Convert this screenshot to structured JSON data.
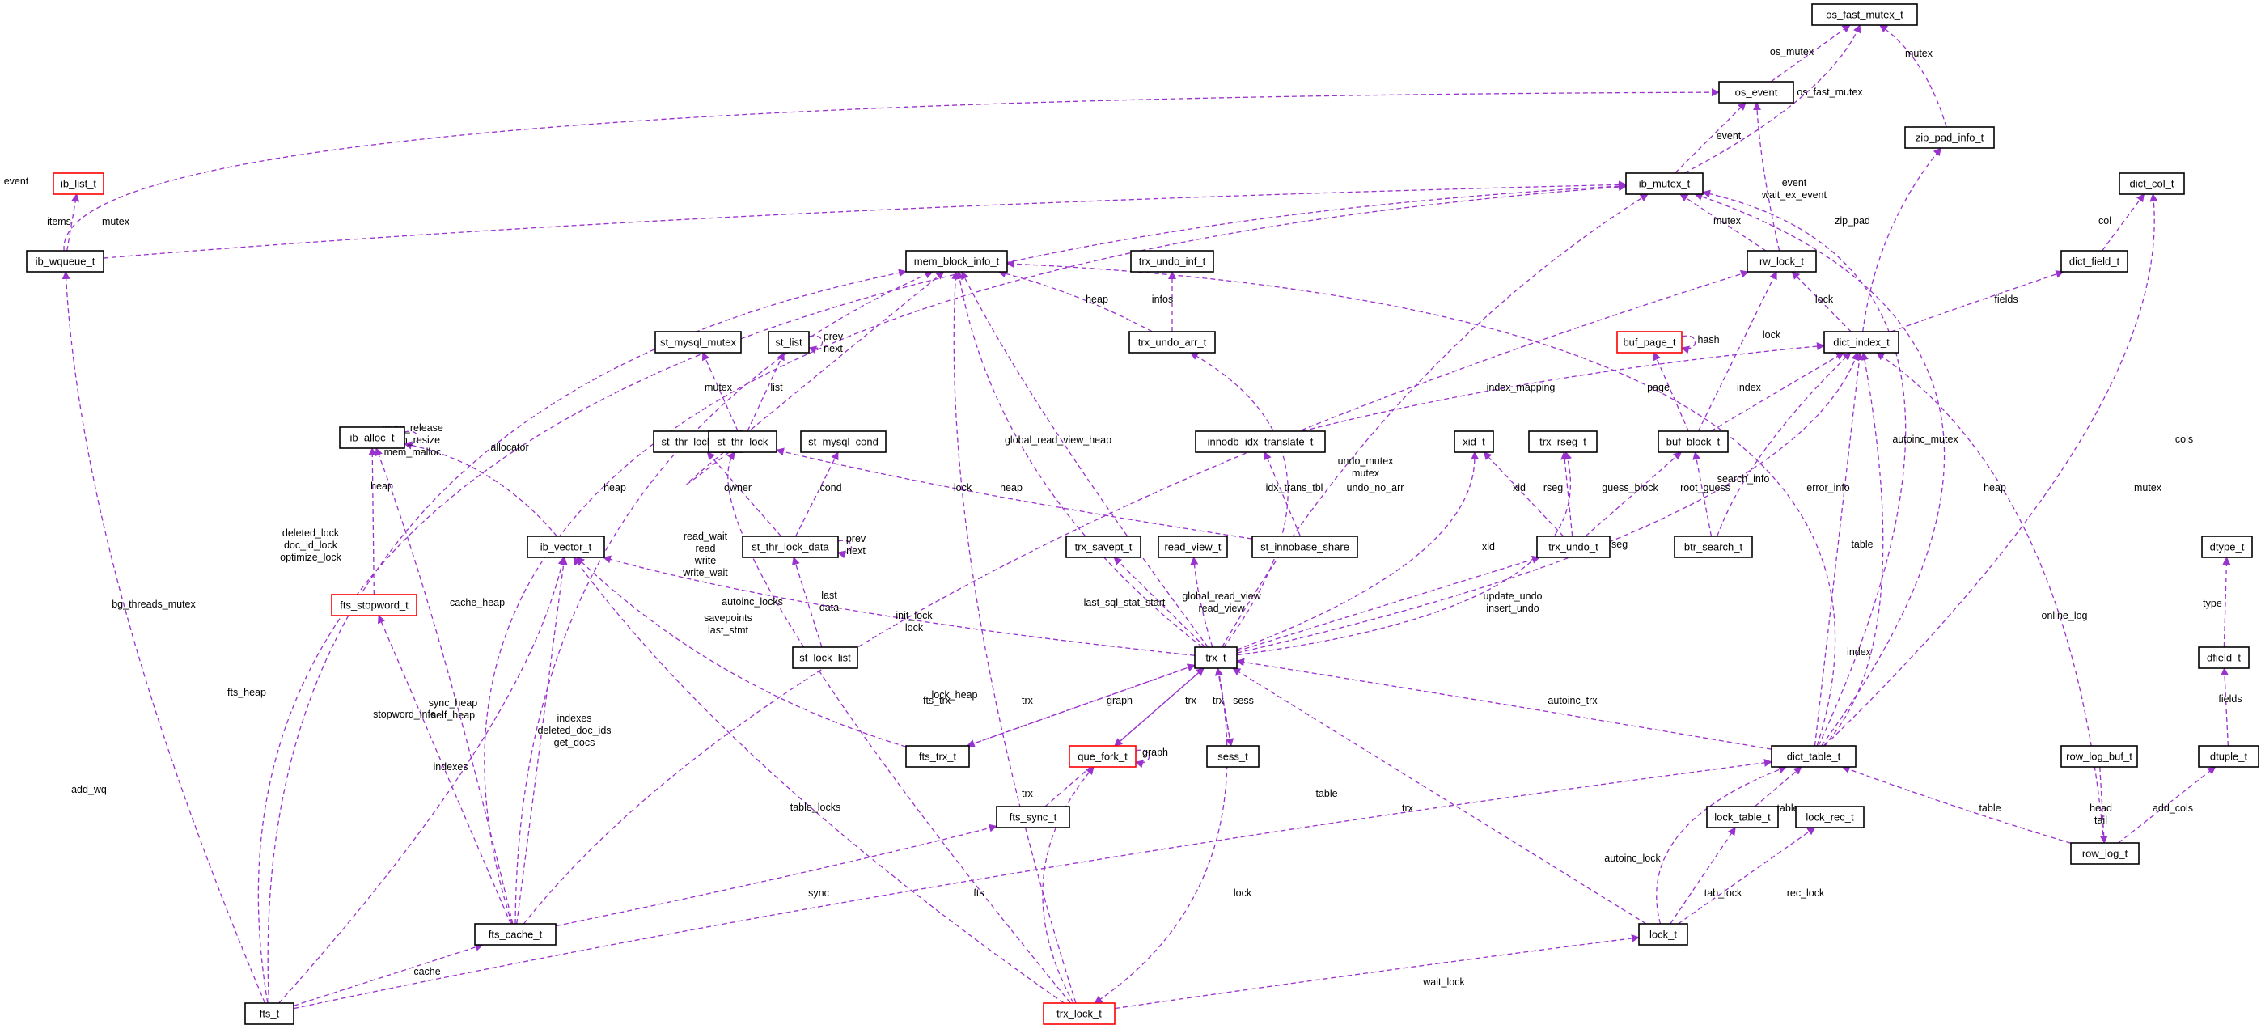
{
  "colors": {
    "edge": "#9a32cd",
    "node_border": "#000000",
    "node_border_incomplete": "#ff0000",
    "node_fill": "#ffffff",
    "highlight_fill": "#bfbfbf"
  },
  "nodes": [
    {
      "id": "os_fast_mutex_t",
      "label": "os_fast_mutex_t"
    },
    {
      "id": "os_event",
      "label": "os_event"
    },
    {
      "id": "zip_pad_info_t",
      "label": "zip_pad_info_t"
    },
    {
      "id": "ib_list_t",
      "label": "ib_list_t",
      "incomplete": true
    },
    {
      "id": "ib_mutex_t",
      "label": "ib_mutex_t"
    },
    {
      "id": "dict_col_t",
      "label": "dict_col_t"
    },
    {
      "id": "ib_wqueue_t",
      "label": "ib_wqueue_t"
    },
    {
      "id": "mem_block_info_t",
      "label": "mem_block_info_t"
    },
    {
      "id": "trx_undo_inf_t",
      "label": "trx_undo_inf_t"
    },
    {
      "id": "rw_lock_t",
      "label": "rw_lock_t"
    },
    {
      "id": "dict_field_t",
      "label": "dict_field_t"
    },
    {
      "id": "st_mysql_mutex",
      "label": "st_mysql_mutex"
    },
    {
      "id": "st_list",
      "label": "st_list"
    },
    {
      "id": "trx_undo_arr_t",
      "label": "trx_undo_arr_t"
    },
    {
      "id": "buf_page_t",
      "label": "buf_page_t",
      "incomplete": true
    },
    {
      "id": "dict_index_t",
      "label": "dict_index_t"
    },
    {
      "id": "ib_alloc_t",
      "label": "ib_alloc_t"
    },
    {
      "id": "st_thr_lock_info",
      "label": "st_thr_lock_info"
    },
    {
      "id": "st_thr_lock",
      "label": "st_thr_lock"
    },
    {
      "id": "st_mysql_cond",
      "label": "st_mysql_cond"
    },
    {
      "id": "innodb_idx_translate_t",
      "label": "innodb_idx_translate_t"
    },
    {
      "id": "xid_t",
      "label": "xid_t"
    },
    {
      "id": "trx_rseg_t",
      "label": "trx_rseg_t"
    },
    {
      "id": "buf_block_t",
      "label": "buf_block_t"
    },
    {
      "id": "ib_vector_t",
      "label": "ib_vector_t"
    },
    {
      "id": "st_thr_lock_data",
      "label": "st_thr_lock_data"
    },
    {
      "id": "trx_savept_t",
      "label": "trx_savept_t"
    },
    {
      "id": "read_view_t",
      "label": "read_view_t"
    },
    {
      "id": "st_innobase_share",
      "label": "st_innobase_share",
      "highlight": true
    },
    {
      "id": "trx_undo_t",
      "label": "trx_undo_t"
    },
    {
      "id": "btr_search_t",
      "label": "btr_search_t"
    },
    {
      "id": "dtype_t",
      "label": "dtype_t"
    },
    {
      "id": "fts_stopword_t",
      "label": "fts_stopword_t",
      "incomplete": true
    },
    {
      "id": "st_lock_list",
      "label": "st_lock_list"
    },
    {
      "id": "trx_t",
      "label": "trx_t"
    },
    {
      "id": "dfield_t",
      "label": "dfield_t"
    },
    {
      "id": "fts_trx_t",
      "label": "fts_trx_t"
    },
    {
      "id": "que_fork_t",
      "label": "que_fork_t",
      "incomplete": true
    },
    {
      "id": "sess_t",
      "label": "sess_t"
    },
    {
      "id": "dict_table_t",
      "label": "dict_table_t"
    },
    {
      "id": "row_log_buf_t",
      "label": "row_log_buf_t"
    },
    {
      "id": "dtuple_t",
      "label": "dtuple_t"
    },
    {
      "id": "fts_sync_t",
      "label": "fts_sync_t"
    },
    {
      "id": "lock_table_t",
      "label": "lock_table_t"
    },
    {
      "id": "lock_rec_t",
      "label": "lock_rec_t"
    },
    {
      "id": "row_log_t",
      "label": "row_log_t"
    },
    {
      "id": "fts_cache_t",
      "label": "fts_cache_t"
    },
    {
      "id": "lock_t",
      "label": "lock_t"
    },
    {
      "id": "fts_t",
      "label": "fts_t"
    },
    {
      "id": "trx_lock_t",
      "label": "trx_lock_t",
      "incomplete": true
    }
  ],
  "edge_labels": [
    "os_mutex",
    "mutex",
    "os_fast_mutex",
    "event",
    "event\nwait_ex_event",
    "zip_pad",
    "items",
    "mutex",
    "event",
    "mutex",
    "col",
    "heap",
    "infos",
    "lock",
    "fields",
    "prev\nnext",
    "hash",
    "mutex",
    "list",
    "mem_release\nmem_resize\nmem_malloc",
    "heap",
    "allocator",
    "index_mapping",
    "page",
    "index",
    "lock",
    "search_info",
    "owner",
    "cond",
    "prev\nnext",
    "lock",
    "idx_trans_tbl",
    "undo_no_arr",
    "undo_mutex\nmutex",
    "heap",
    "global_read_view_heap",
    "heap",
    "read_wait\nread\nwrite\nwrite_wait",
    "xid",
    "xid",
    "rseg",
    "guess_block",
    "root_guess",
    "error_info",
    "table",
    "heap",
    "autoinc_mutex",
    "mutex",
    "cols",
    "online_log",
    "type",
    "deleted_lock\ndoc_id_lock\noptimize_lock",
    "cache_heap",
    "init_lock\nlock",
    "last\ndata",
    "autoinc_locks",
    "last_sql_stat_start",
    "global_read_view\nread_view",
    "update_undo\ninsert_undo",
    "rseg",
    "savepoints\nlast_stmt",
    "bg_threads_mutex",
    "fts_heap",
    "add_wq",
    "stopword_info",
    "sync_heap\nself_heap",
    "indexes\ndeleted_doc_ids\nget_docs",
    "indexes",
    "lock_heap",
    "fts_trx",
    "trx",
    "graph",
    "trx",
    "trx",
    "sess",
    "graph",
    "autoinc_trx",
    "fields",
    "table_locks",
    "trx",
    "index",
    "table",
    "table",
    "head\ntail",
    "add_cols",
    "trx",
    "sync",
    "fts",
    "lock",
    "autoinc_lock",
    "tab_lock",
    "rec_lock",
    "cache",
    "table",
    "wait_lock"
  ]
}
